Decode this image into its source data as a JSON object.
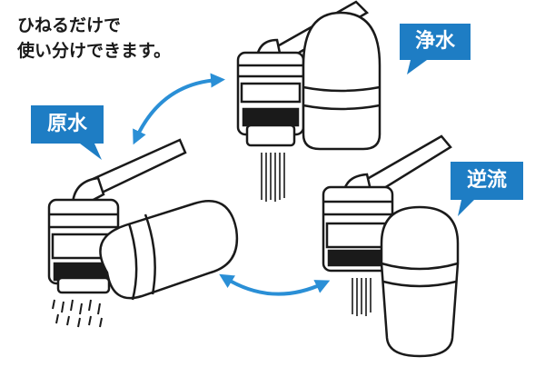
{
  "caption": {
    "line1": "ひねるだけで",
    "line2": "使い分けできます。"
  },
  "modes": {
    "pure": {
      "label": "浄水"
    },
    "raw": {
      "label": "原水"
    },
    "reverse": {
      "label": "逆流"
    }
  },
  "colors": {
    "tag_blue": "#1e7dc4",
    "arrow_blue": "#2a8fd6",
    "line": "#1a1a1a"
  }
}
